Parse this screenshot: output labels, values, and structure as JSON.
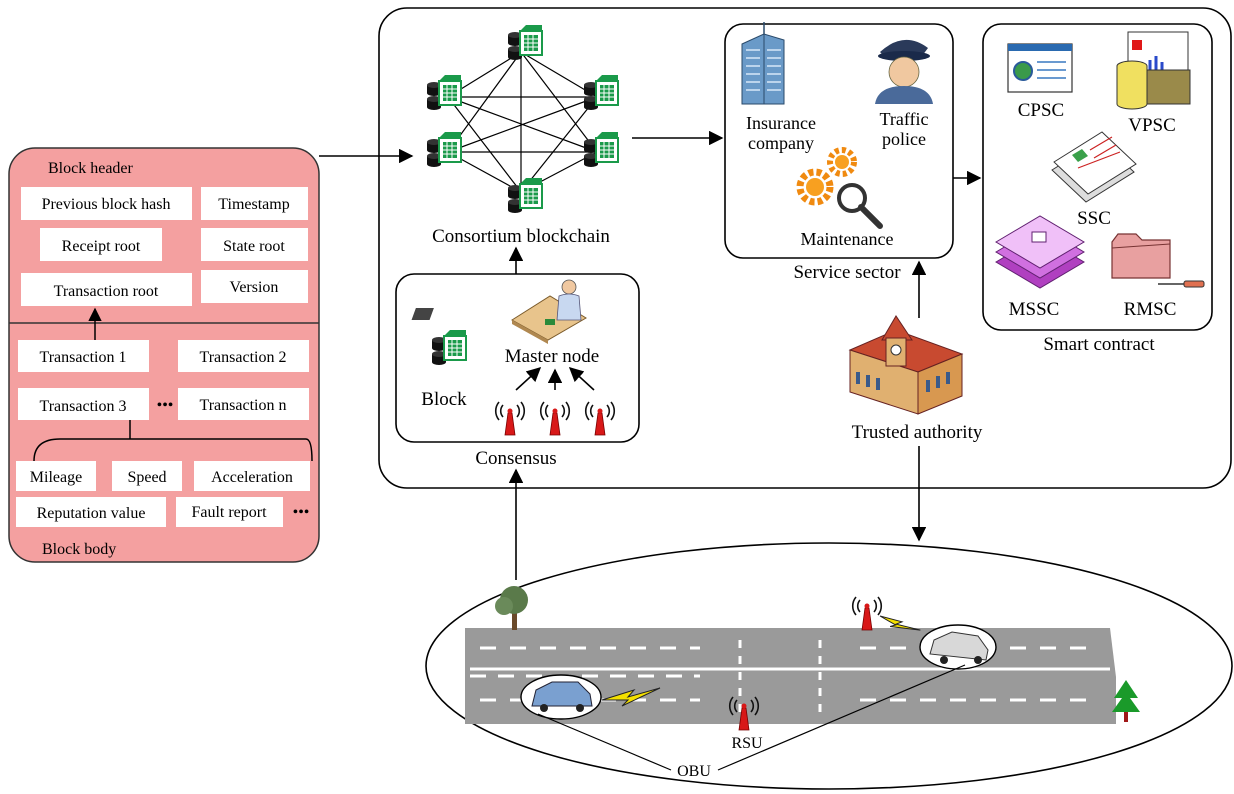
{
  "block": {
    "header_title": "Block header",
    "body_title": "Block body",
    "header_fields": [
      "Previous block hash",
      "Timestamp",
      "Receipt root",
      "State root",
      "Transaction root",
      "Version"
    ],
    "transactions": [
      "Transaction 1",
      "Transaction 2",
      "Transaction 3",
      "Transaction n"
    ],
    "body_fields": [
      "Mileage",
      "Speed",
      "Acceleration",
      "Reputation value",
      "Fault report"
    ],
    "ellipsis": "•••"
  },
  "blockchain": {
    "label": "Consortium blockchain"
  },
  "consensus": {
    "label": "Consensus",
    "block_label": "Block",
    "master_label": "Master node"
  },
  "service": {
    "label": "Service sector",
    "insurance_line1": "Insurance",
    "insurance_line2": "company",
    "police_line1": "Traffic",
    "police_line2": "police",
    "maintenance": "Maintenance"
  },
  "smart_contract": {
    "label": "Smart contract",
    "items": [
      "CPSC",
      "VPSC",
      "SSC",
      "MSSC",
      "RMSC"
    ]
  },
  "authority": {
    "label": "Trusted authority"
  },
  "road": {
    "rsu_label": "RSU",
    "obu_label": "OBU"
  },
  "colors": {
    "block_fill": "#f4a0a0",
    "block_stroke": "#333333",
    "doc_green": "#1a9a4a",
    "cylinder": "#1a1a1a",
    "tower_red": "#d81818",
    "road_gray": "#9a9a9a",
    "bolt_yellow": "#f4e000"
  }
}
